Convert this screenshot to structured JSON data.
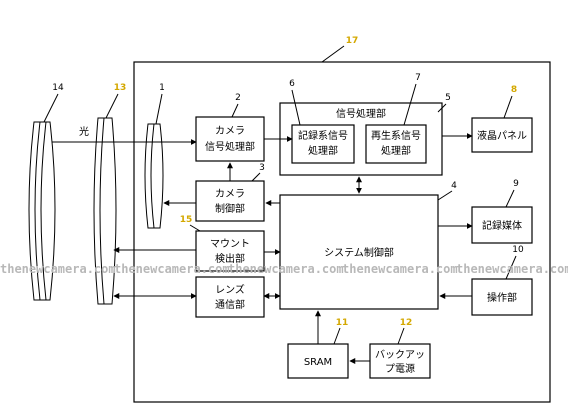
{
  "reference_numbers": {
    "n1": "1",
    "n2": "2",
    "n3": "3",
    "n4": "4",
    "n5": "5",
    "n6": "6",
    "n7": "7",
    "n8": "8",
    "n9": "9",
    "n10": "10",
    "n11": "11",
    "n12": "12",
    "n13": "13",
    "n14": "14",
    "n15": "15",
    "n17": "17"
  },
  "labels": {
    "light": "光",
    "camera_signal_line1": "カメラ",
    "camera_signal_line2": "信号処理部",
    "signal_processing": "信号処理部",
    "record_line1": "記録系信号",
    "record_line2": "処理部",
    "playback_line1": "再生系信号",
    "playback_line2": "処理部",
    "lcd_panel": "液晶パネル",
    "camera_control_line1": "カメラ",
    "camera_control_line2": "制御部",
    "system_control": "システム制御部",
    "recording_medium": "記録媒体",
    "mount_detect_line1": "マウント",
    "mount_detect_line2": "検出部",
    "lens_comm_line1": "レンズ",
    "lens_comm_line2": "通信部",
    "operation": "操作部",
    "sram": "SRAM",
    "backup_line1": "バックアッ",
    "backup_line2": "プ電源"
  },
  "watermark": "thenewcamera.com",
  "colors": {
    "highlight_number": "#d4a800",
    "watermark": "#b8b8b8"
  }
}
